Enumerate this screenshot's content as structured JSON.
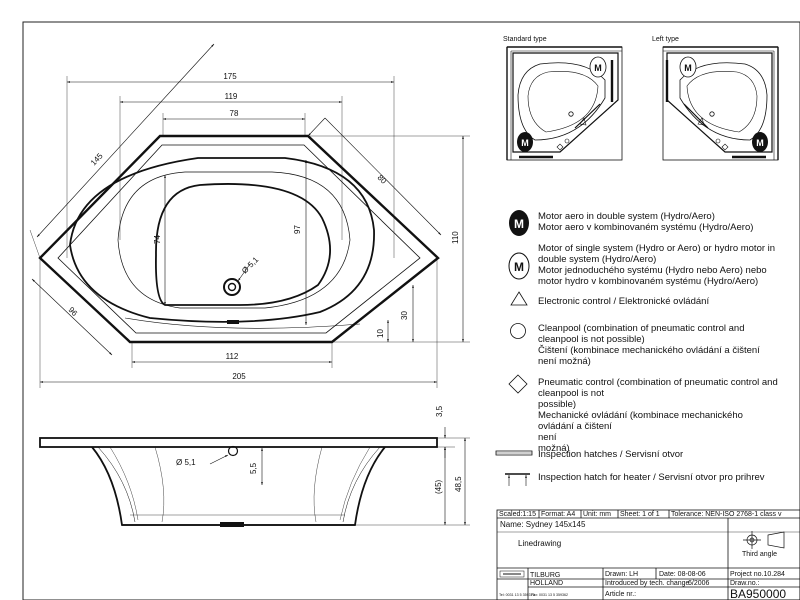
{
  "plan_dims": {
    "w175": "175",
    "w119": "119",
    "w78": "78",
    "d145": "145",
    "d80": "80",
    "v74": "74",
    "v97": "97",
    "v110": "110",
    "d5_1": "Ø 5,1",
    "d96": "96",
    "v30": "30",
    "v10": "10",
    "w112": "112",
    "w205": "205"
  },
  "side_dims": {
    "v3_5": "3,5",
    "d5_1": "Ø 5,1",
    "v5_5": "5,5",
    "v45": "(45)",
    "v48_5": "48,5"
  },
  "views": {
    "standard": "Standard type",
    "left": "Left type",
    "motor_mark": "M"
  },
  "legend": {
    "motor_double": [
      "Motor aero in double system (Hydro/Aero)",
      "Motor aero v kombinovaném systému (Hydro/Aero)"
    ],
    "motor_single": [
      "Motor of single system (Hydro or Aero) or hydro motor in",
      "double system (Hydro/Aero)",
      "Motor jednoduchého systému (Hydro nebo Aero) nebo",
      "motor hydro v kombinovaném systému (Hydro/Aero)"
    ],
    "electronic": "Electronic control / Elektronické ovládání",
    "cleanpool": [
      "Cleanpool (combination of pneumatic control and",
      "cleanpool is not possible)",
      "Čištení (kombinace mechanického ovládání a čištení",
      "není možná)"
    ],
    "pneumatic": [
      "Pneumatic control (combination of pneumatic control and",
      "cleanpool is not",
      "possible)",
      "Mechanické ovládání (kombinace mechanického",
      "ovládání a čištení",
      "není",
      "možná)"
    ],
    "inspection": "Inspection hatches / Servisní otvor",
    "heater": "Inspection hatch for heater / Servisní otvor pro prihrev"
  },
  "title_block": {
    "scale": "Scaled:1:15",
    "format": "Format: A4",
    "unit": "Unit: mm",
    "sheet": "Sheet: 1   of 1",
    "tolerance": "Tolerance: NEN-ISO 2768-1 class v",
    "name": "Name: Sydney 145x145",
    "linedrawing": "Linedrawing",
    "third_angle": "Third angle",
    "company1": "TILBURG",
    "company2": "HOLLAND",
    "tel": "Tel: 0031 13 5 359375",
    "fax": "Fax: 0031 13 5 359362",
    "drawn": "Drawn: LH",
    "date": "Date: 08-08-06",
    "project": "Project no.10.284",
    "introduced": "Introduced by tech. change",
    "year": "6/2006",
    "draw_no_label": "Draw.no.:",
    "article": "Article nr.:",
    "draw_no": "BA950000"
  }
}
